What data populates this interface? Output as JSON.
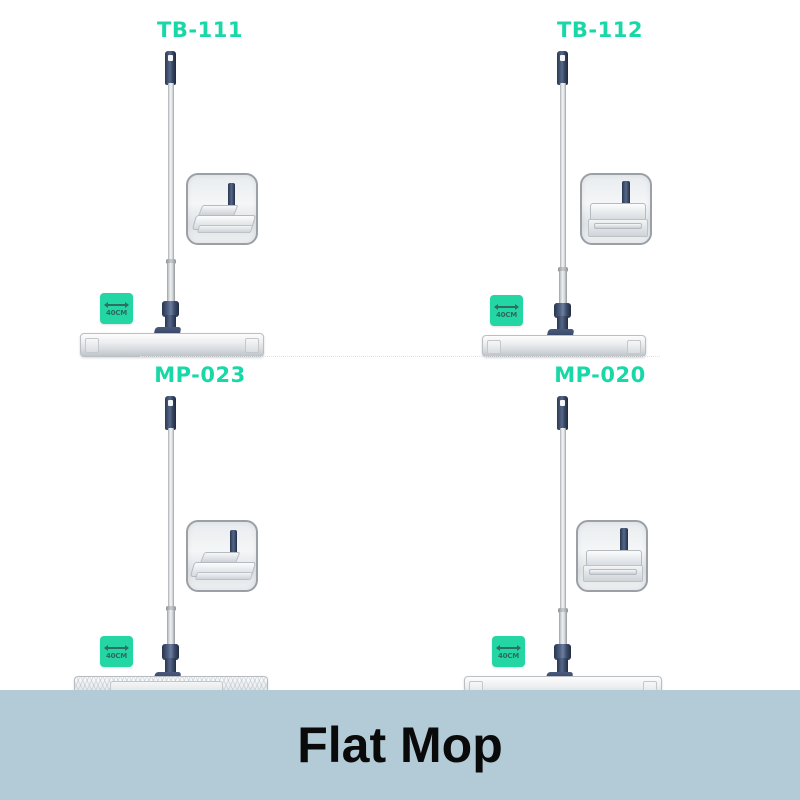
{
  "banner": {
    "title": "Flat Mop",
    "background_color": "#b3cbd6",
    "text_color": "#0a0a0a"
  },
  "theme": {
    "page_background": "#ffffff",
    "sku_color": "#18d8a8",
    "badge_color": "#24d6a4",
    "badge_text_color": "#2d6a5e",
    "pole_color": "#d7dbde",
    "grip_color": "#3a4866",
    "connector_color": "#2b3750",
    "inset_border_color": "#9aa0a6",
    "divider_color": "#e2e2e2"
  },
  "products": [
    {
      "sku": "TB-111",
      "dimension_label": "40CM",
      "head_style": "plate",
      "inset_view": "swivel-joint-closeup"
    },
    {
      "sku": "TB-112",
      "dimension_label": "40CM",
      "head_style": "plate",
      "inset_view": "head-frame-top-view"
    },
    {
      "sku": "MP-023",
      "dimension_label": "40CM",
      "head_style": "pad",
      "inset_view": "swivel-joint-closeup"
    },
    {
      "sku": "MP-020",
      "dimension_label": "40CM",
      "head_style": "plate",
      "inset_view": "head-frame-top-view"
    }
  ]
}
